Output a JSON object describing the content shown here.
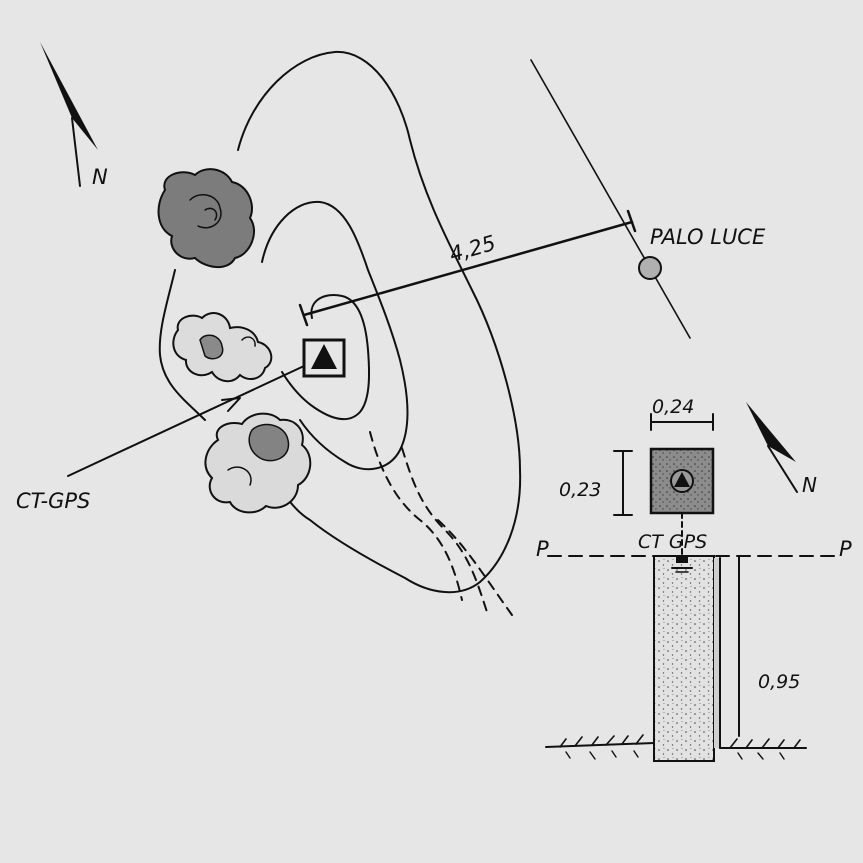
{
  "plan": {
    "north_label": "N",
    "distance_label": "4,25",
    "pole_label": "PALO LUCE",
    "benchmark_label": "CT-GPS"
  },
  "detail": {
    "north_label": "N",
    "width_label": "0,24",
    "height_label": "0,23",
    "reference_left": "P",
    "reference_right": "P",
    "benchmark_label": "CT GPS",
    "depth_label": "0,95"
  },
  "colors": {
    "background": "#e6e6e6",
    "ink": "#111111",
    "shrub_dark": "#7a7a7a",
    "concrete": "#cfcfcf"
  }
}
